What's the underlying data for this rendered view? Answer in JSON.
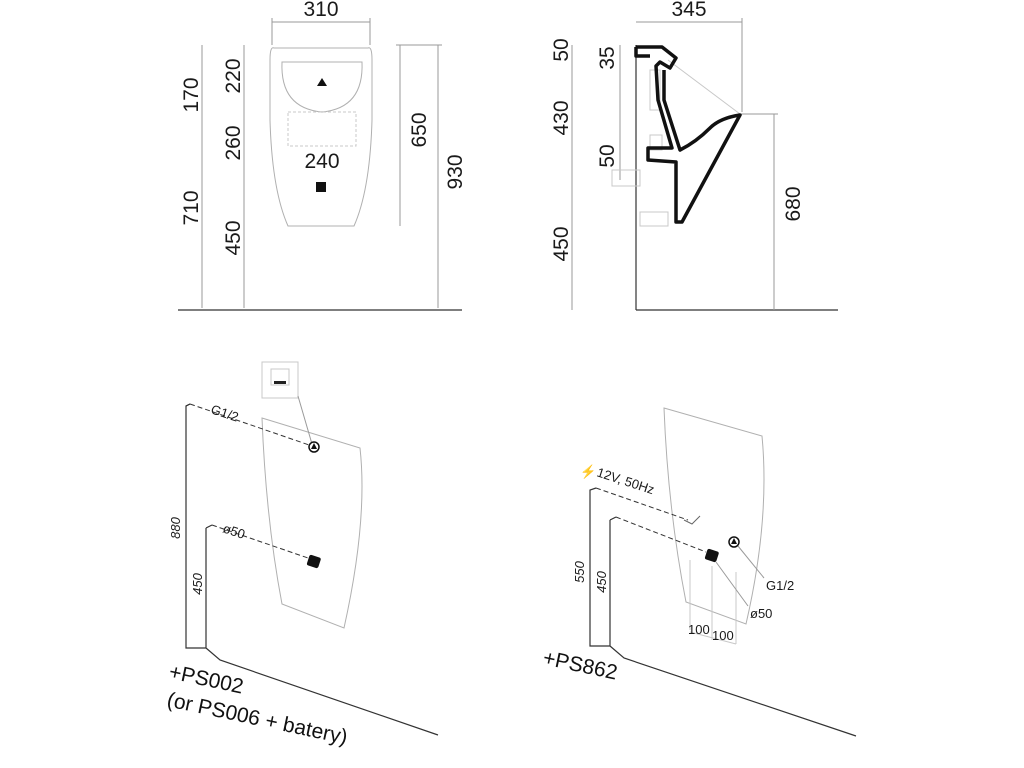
{
  "front_view": {
    "width_top": "310",
    "dim_170": "170",
    "dim_220": "220",
    "dim_260": "260",
    "dim_240": "240",
    "dim_650": "650",
    "dim_930": "930",
    "dim_710": "710",
    "dim_450": "450"
  },
  "side_view": {
    "depth_top": "345",
    "dim_50_top": "50",
    "dim_35": "35",
    "dim_430": "430",
    "dim_50_mid": "50",
    "dim_450": "450",
    "dim_680": "680"
  },
  "install_ps002": {
    "water_label": "G1/2",
    "drain_label": "ø50",
    "height_880": "880",
    "height_450": "450",
    "code": "+PS002",
    "alt_line": "(or PS006 + batery)"
  },
  "install_ps862": {
    "power_label": "12V, 50Hz",
    "power_symbol": "⚡",
    "water_label": "G1/2",
    "drain_label": "ø50",
    "height_550": "550",
    "height_450": "450",
    "spacing_left": "100",
    "spacing_right": "100",
    "code": "+PS862"
  }
}
